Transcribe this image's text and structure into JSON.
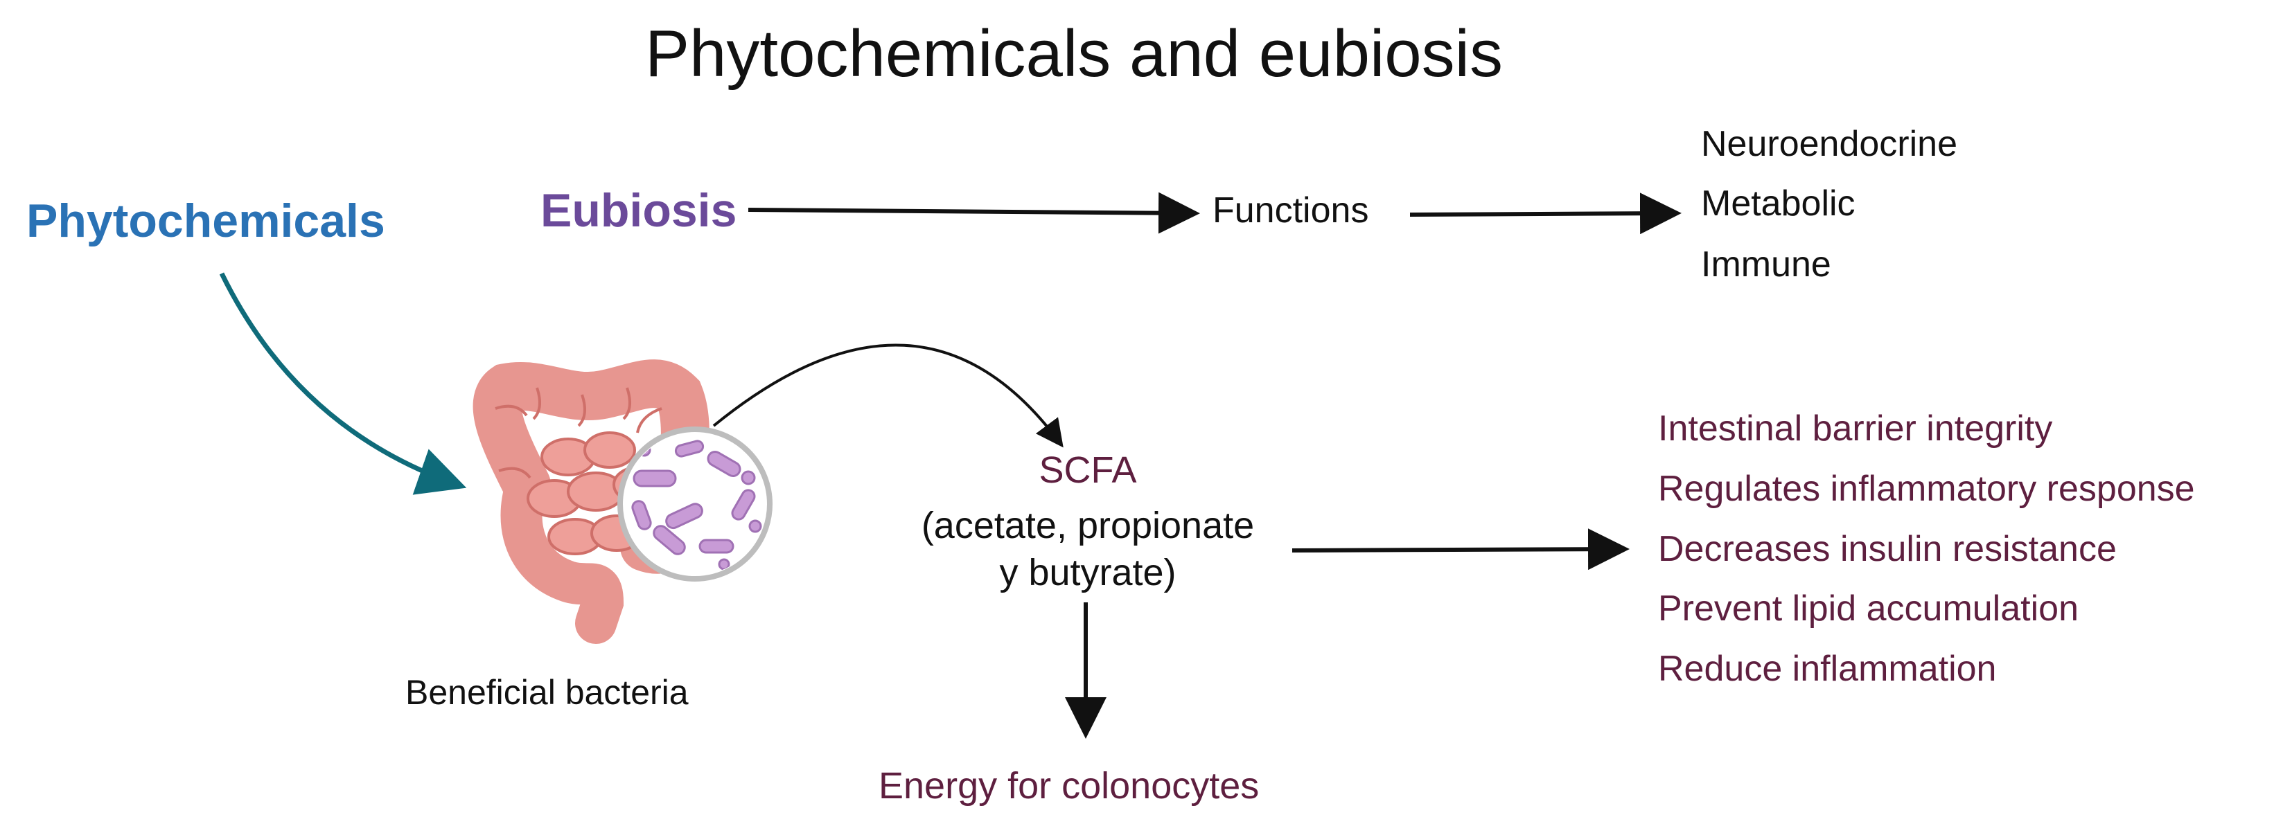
{
  "title": "Phytochemicals and eubiosis",
  "phytochemicals": "Phytochemicals",
  "eubiosis": "Eubiosis",
  "functions": {
    "label": "Functions",
    "items": [
      "Neuroendocrine",
      "Metabolic",
      "Immune"
    ]
  },
  "scfa": {
    "label": "SCFA",
    "line1": "(acetate, propionate",
    "line2": "y butyrate)"
  },
  "bacteria_label": "Beneficial bacteria",
  "energy": "Energy for colonocytes",
  "effects": [
    "Intestinal barrier integrity",
    "Regulates inflammatory response",
    "Decreases insulin resistance",
    "Prevent lipid accumulation",
    "Reduce inflammation"
  ],
  "colors": {
    "phytochemicals": "#2a72b5",
    "eubiosis": "#6b4a9a",
    "effects_text": "#5e1f3f",
    "teal_arrow": "#0f6b7a",
    "arrow": "#111111",
    "intestine": "#e79690",
    "bacteria": "#c89bd6"
  }
}
